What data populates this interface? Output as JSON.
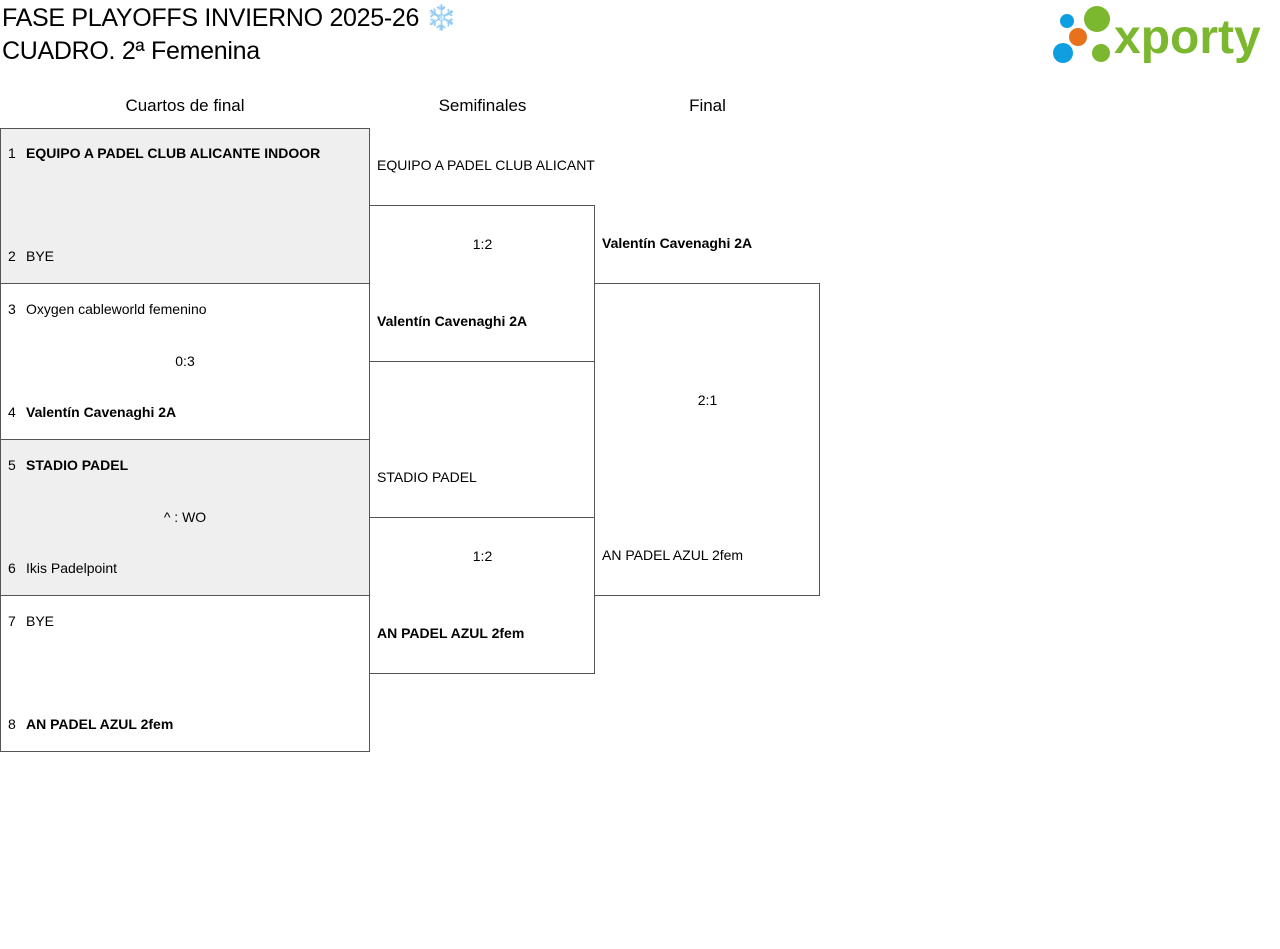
{
  "header": {
    "title_line1": "FASE PLAYOFFS INVIERNO 2025-26 ❄️",
    "title_line2": "CUADRO. 2ª Femenina",
    "logo_text": "xporty",
    "colors": {
      "logo_green": "#7cb82f",
      "dot_blue": "#0f9ee0",
      "dot_orange": "#e8711c"
    }
  },
  "rounds": [
    "Cuartos de final",
    "Semifinales",
    "Final"
  ],
  "quarterfinals": [
    {
      "seed_a": "1",
      "team_a": "EQUIPO A PADEL CLUB ALICANTE INDOOR",
      "seed_b": "2",
      "team_b": "BYE",
      "score": ""
    },
    {
      "seed_a": "3",
      "team_a": "Oxygen cableworld femenino",
      "seed_b": "4",
      "team_b": "Valentín Cavenaghi 2A",
      "score": "0:3"
    },
    {
      "seed_a": "5",
      "team_a": "STADIO PADEL",
      "seed_b": "6",
      "team_b": "Ikis Padelpoint",
      "score": "^ : WO"
    },
    {
      "seed_a": "7",
      "team_a": "BYE",
      "seed_b": "8",
      "team_b": "AN PADEL AZUL 2fem",
      "score": ""
    }
  ],
  "semifinals": [
    {
      "team_a": "EQUIPO A PADEL CLUB ALICANTE INDOOR",
      "team_b": "Valentín Cavenaghi 2A",
      "score": "1:2"
    },
    {
      "team_a": "STADIO PADEL",
      "team_b": "AN PADEL AZUL 2fem",
      "score": "1:2"
    }
  ],
  "final": {
    "team_a": "Valentín Cavenaghi 2A",
    "team_b": "AN PADEL AZUL 2fem",
    "score": "2:1"
  }
}
